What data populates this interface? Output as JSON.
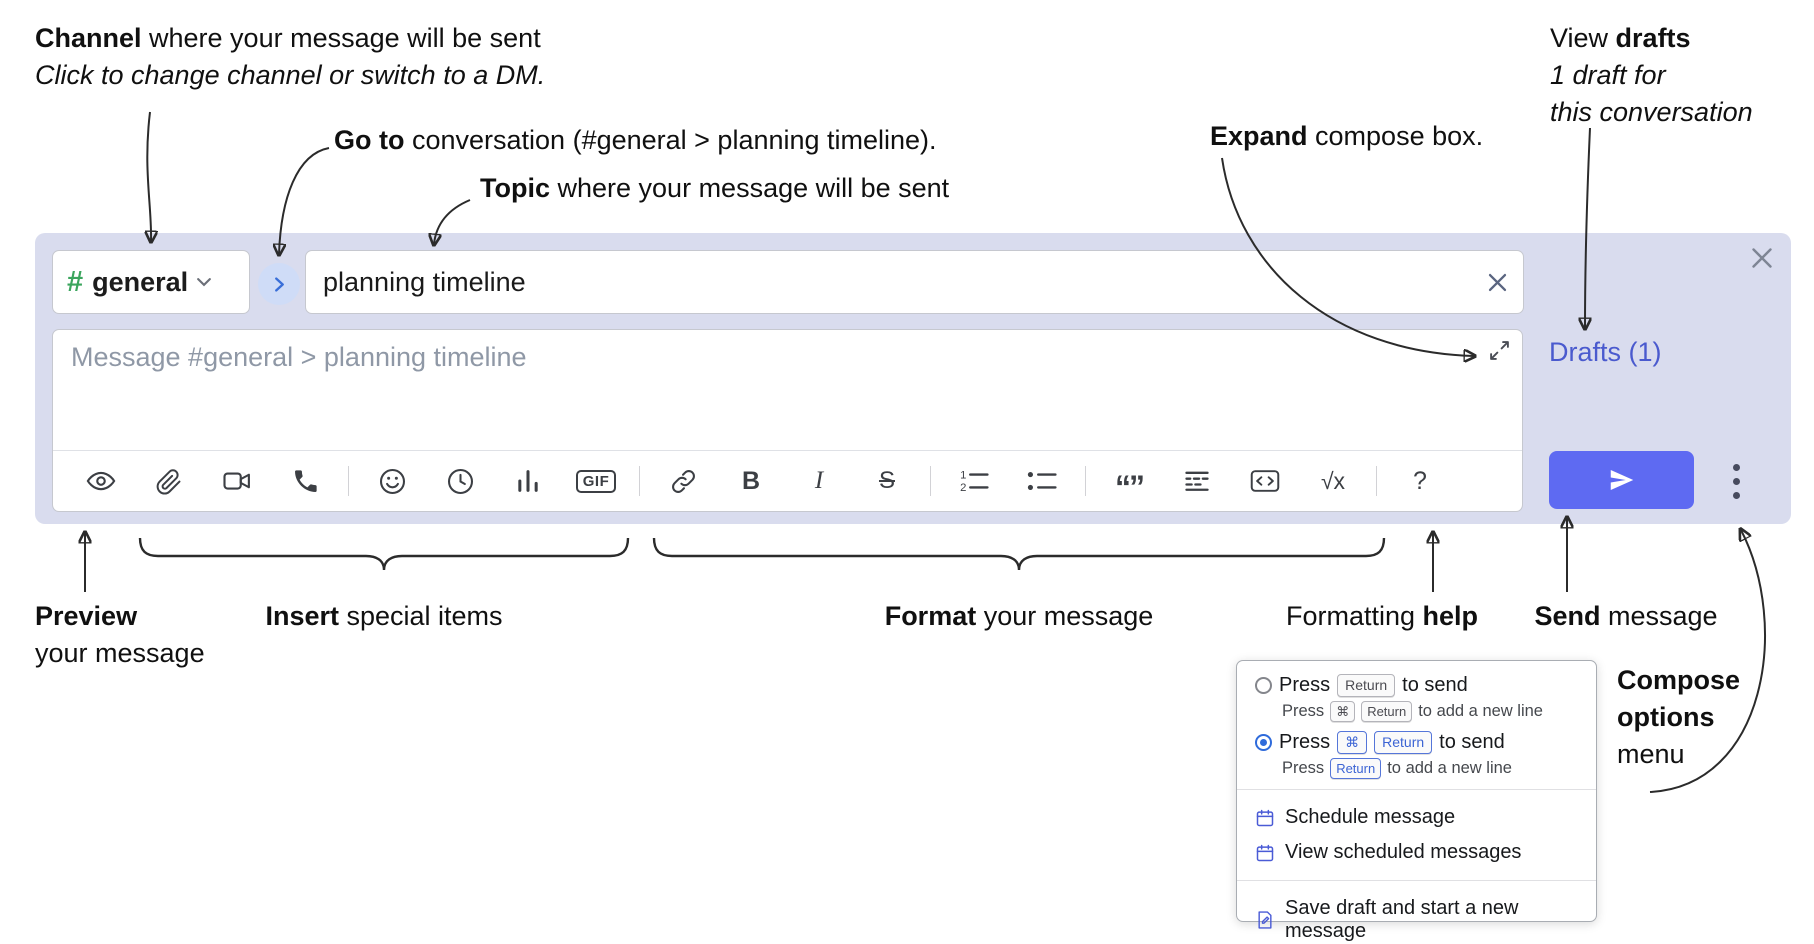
{
  "annotations": {
    "channel_line1_bold": "Channel",
    "channel_line1_rest": " where your message will be sent",
    "channel_line2": "Click to change channel or switch to a DM.",
    "goto_bold": "Go to",
    "goto_rest": " conversation (#general > planning timeline).",
    "topic_bold": "Topic",
    "topic_rest": " where your message will be sent",
    "expand_bold": "Expand",
    "expand_rest": " compose box.",
    "drafts_line1_pre": "View ",
    "drafts_line1_bold": "drafts",
    "drafts_line2": "1 draft for",
    "drafts_line3": "this conversation",
    "preview_bold": "Preview",
    "preview_line2": "your message",
    "insert_bold": "Insert",
    "insert_rest": " special items",
    "format_bold": "Format",
    "format_rest": " your message",
    "help_pre": "Formatting ",
    "help_bold": "help",
    "send_bold": "Send",
    "send_rest": " message",
    "compose_opts_line1": "Compose",
    "compose_opts_line2": "options",
    "compose_opts_line3": "menu"
  },
  "compose": {
    "channel_hash": "#",
    "channel_name": "general",
    "topic_value": "planning timeline",
    "message_placeholder": "Message #general > planning timeline",
    "drafts_link": "Drafts (1)"
  },
  "toolbar": {
    "gif_label": "GIF",
    "bold_label": "B",
    "italic_label": "I",
    "strike_label": "S",
    "quote_label": "“”",
    "math_label": "√x",
    "help_label": "?"
  },
  "menu": {
    "opt1_press": "Press",
    "opt1_key": "Return",
    "opt1_suffix": "to send",
    "opt1_sub_press": "Press",
    "opt1_sub_key1": "⌘",
    "opt1_sub_key2": "Return",
    "opt1_sub_suffix": "to add a new line",
    "opt2_press": "Press",
    "opt2_key1": "⌘",
    "opt2_key2": "Return",
    "opt2_suffix": "to send",
    "opt2_sub_press": "Press",
    "opt2_sub_key": "Return",
    "opt2_sub_suffix": "to add a new line",
    "schedule": "Schedule message",
    "view_scheduled": "View scheduled messages",
    "save_draft": "Save draft and start a new message"
  },
  "colors": {
    "compose_bg": "#d9dcee",
    "accent_blue": "#5e6af2",
    "link_blue": "#4a5ace",
    "hash_green": "#3ba55d",
    "key_blue": "#3c64d4"
  }
}
